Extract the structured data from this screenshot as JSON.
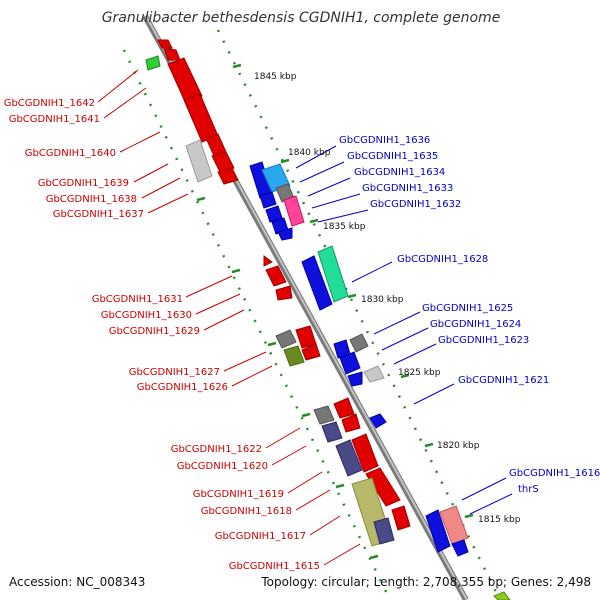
{
  "title": "Granulibacter bethesdensis CGDNIH1, complete genome",
  "footer": {
    "accession": "Accession: NC_008343",
    "summary": "Topology: circular; Length: 2,708,355 bp; Genes: 2,498"
  },
  "colors": {
    "label_left": "#cc0000",
    "label_right": "#0000cc",
    "backbone": "#8a8a8a",
    "tick_mark": "#2a8a2a"
  },
  "ticks": [
    "1845 kbp",
    "1840 kbp",
    "1835 kbp",
    "1830 kbp",
    "1825 kbp",
    "1820 kbp",
    "1815 kbp"
  ],
  "genes_left": [
    "GbCGDNIH1_1642",
    "GbCGDNIH1_1641",
    "GbCGDNIH1_1640",
    "GbCGDNIH1_1639",
    "GbCGDNIH1_1638",
    "GbCGDNIH1_1637",
    "GbCGDNIH1_1631",
    "GbCGDNIH1_1630",
    "GbCGDNIH1_1629",
    "GbCGDNIH1_1627",
    "GbCGDNIH1_1626",
    "GbCGDNIH1_1622",
    "GbCGDNIH1_1620",
    "GbCGDNIH1_1619",
    "GbCGDNIH1_1618",
    "GbCGDNIH1_1617",
    "GbCGDNIH1_1615"
  ],
  "genes_right": [
    "GbCGDNIH1_1636",
    "GbCGDNIH1_1635",
    "GbCGDNIH1_1634",
    "GbCGDNIH1_1633",
    "GbCGDNIH1_1632",
    "GbCGDNIH1_1628",
    "GbCGDNIH1_1625",
    "GbCGDNIH1_1624",
    "GbCGDNIH1_1623",
    "GbCGDNIH1_1621",
    "GbCGDNIH1_1616",
    "thrS"
  ]
}
